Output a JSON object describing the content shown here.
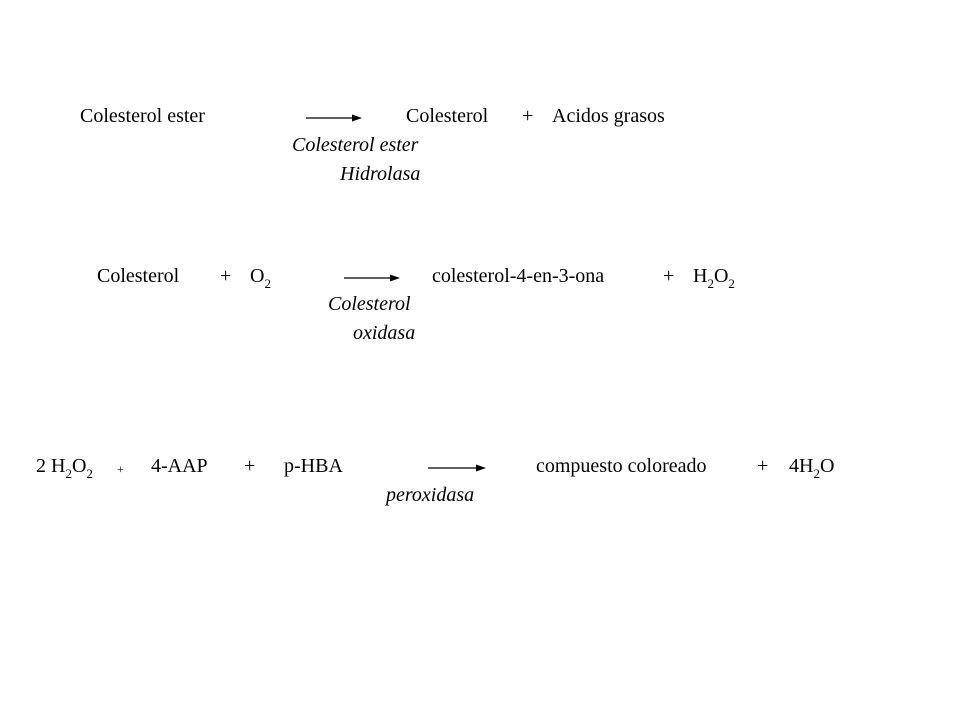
{
  "reactions": [
    {
      "reactant": "Colesterol ester",
      "product_1": "Colesterol",
      "plus_1": "+",
      "product_2": "Acidos grasos",
      "enzyme_line_1": "Colesterol ester",
      "enzyme_line_2": "Hidrolasa"
    },
    {
      "reactant_1": "Colesterol",
      "plus_1": "+",
      "reactant_2_main": "O",
      "reactant_2_sub": "2",
      "product_1": "colesterol-4-en-3-ona",
      "plus_2": "+",
      "product_2_h": "H",
      "product_2_h_sub": "2",
      "product_2_o": "O",
      "product_2_o_sub": "2",
      "enzyme_line_1": "Colesterol",
      "enzyme_line_2": "oxidasa"
    },
    {
      "coef": "2",
      "reactant_1_h": "H",
      "reactant_1_h_sub": "2",
      "reactant_1_o": "O",
      "reactant_1_o_sub": "2",
      "plus_small": "+",
      "reactant_2": "4-AAP",
      "plus_2": "+",
      "reactant_3": "p-HBA",
      "product_1": "compuesto coloreado",
      "plus_3": "+",
      "product_2_prefix": "4H",
      "product_2_sub": "2",
      "product_2_o": "O",
      "enzyme": "peroxidasa"
    }
  ],
  "colors": {
    "text": "#000000",
    "background": "#ffffff"
  }
}
